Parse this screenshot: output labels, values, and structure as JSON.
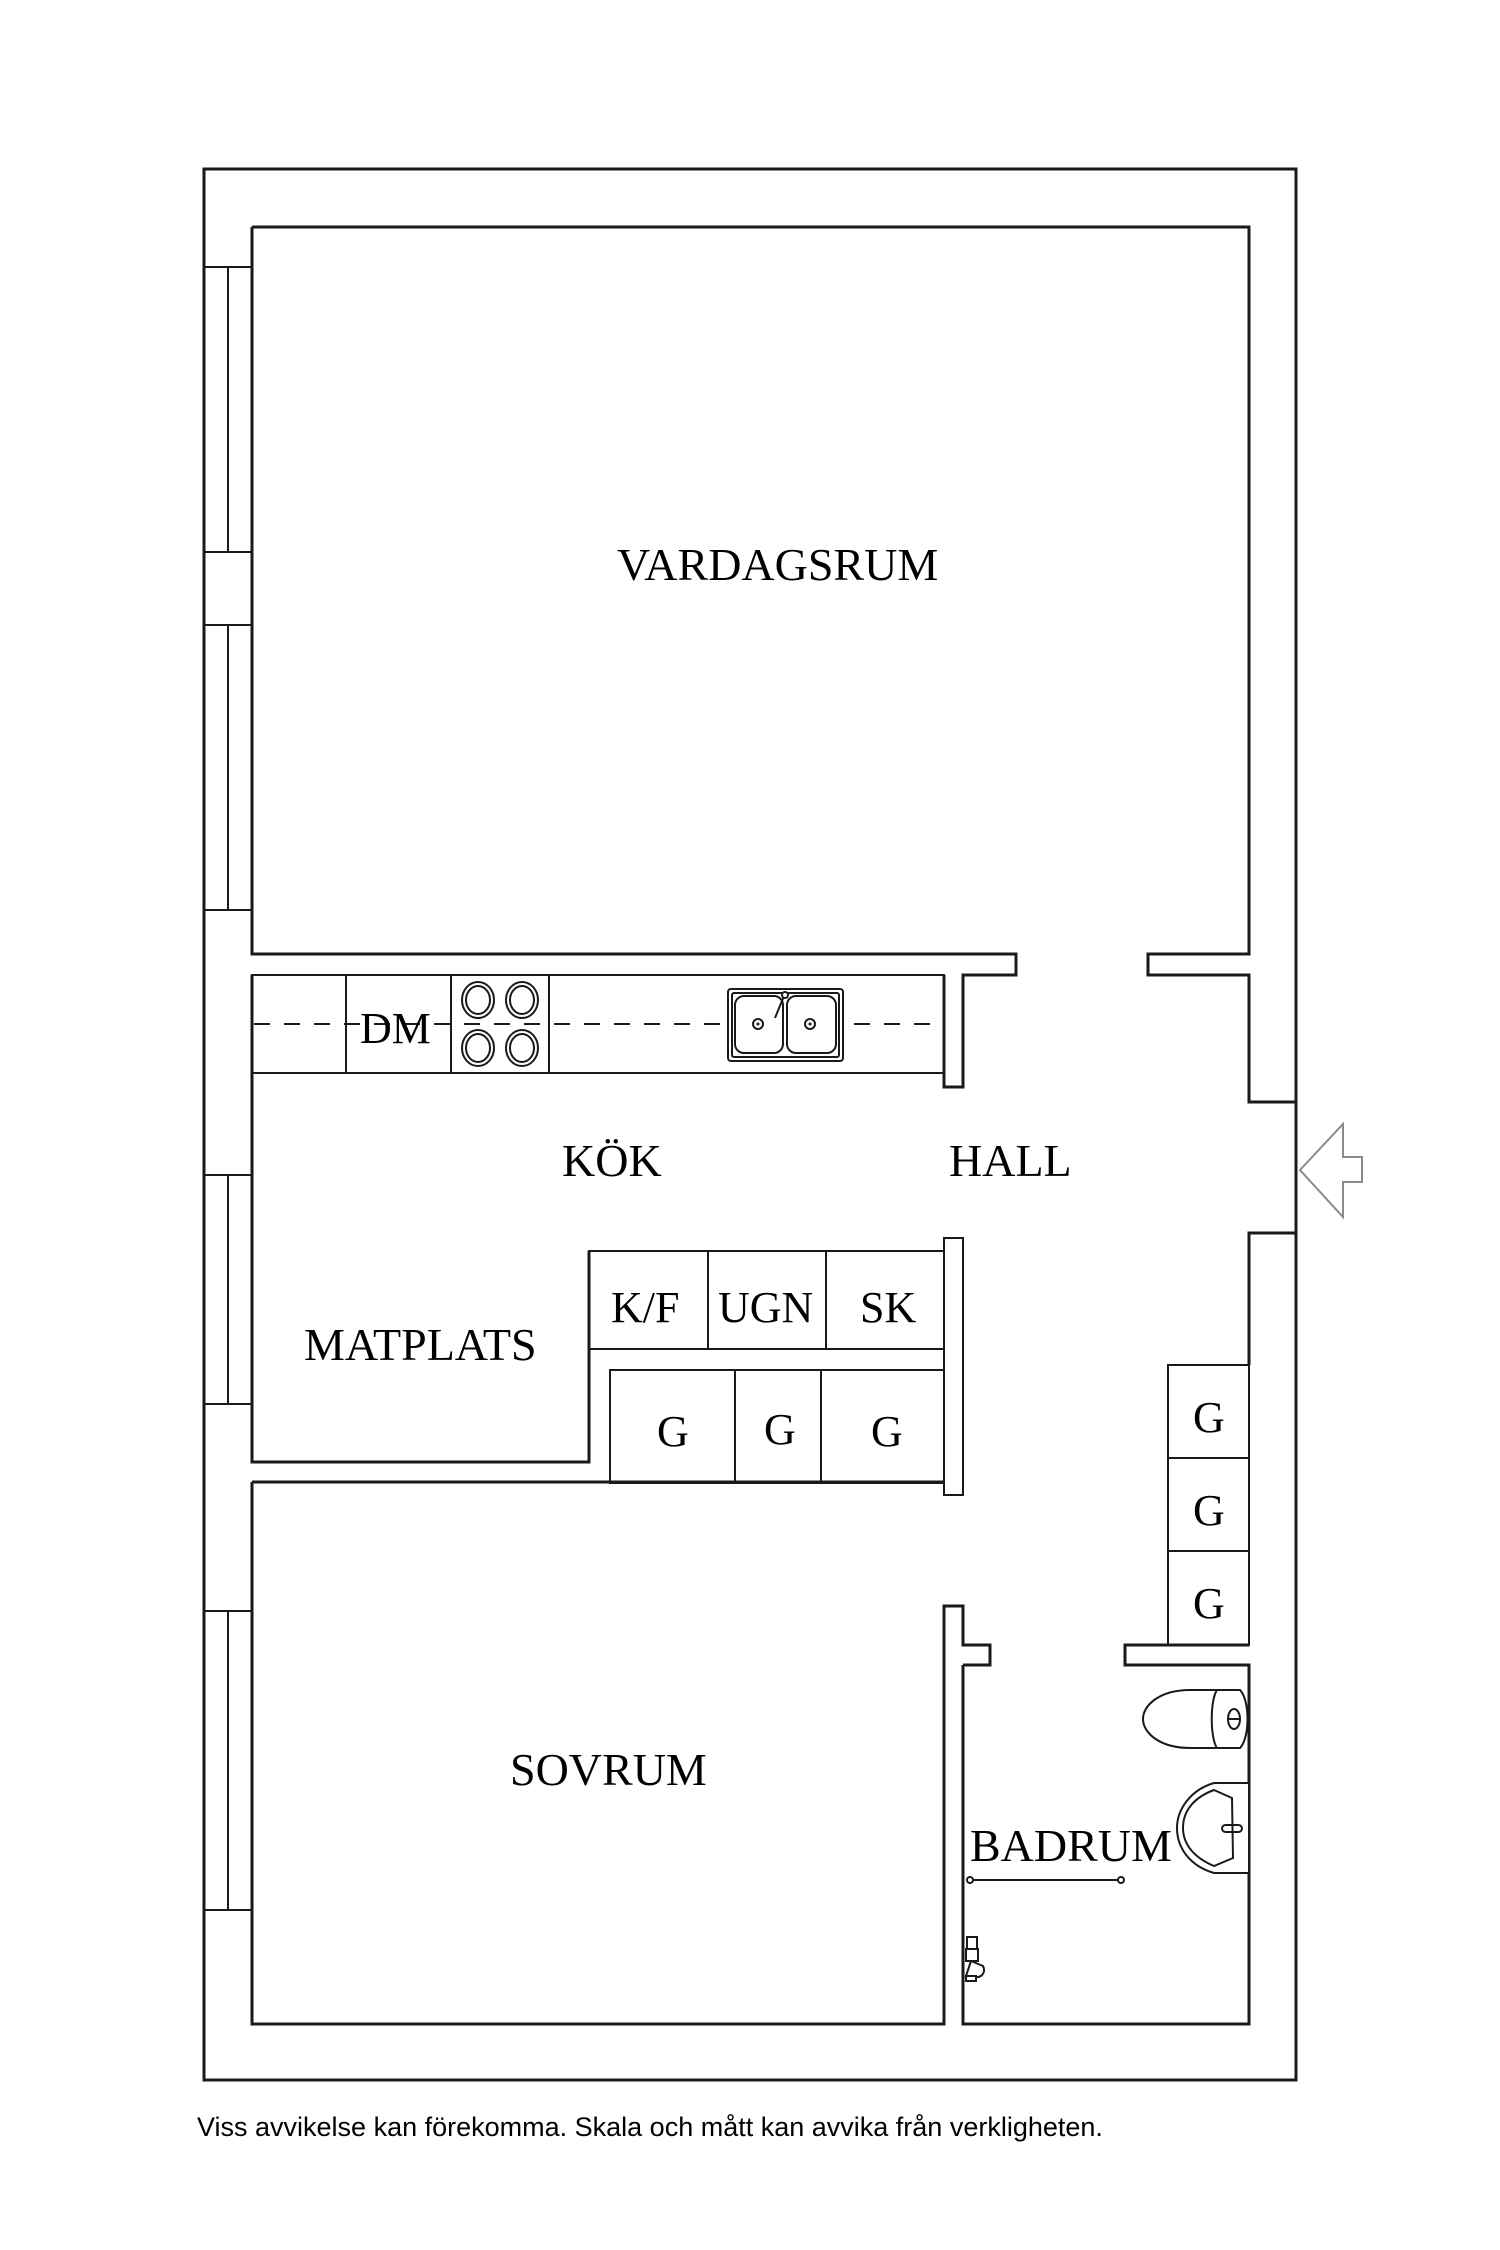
{
  "plan": {
    "rooms": {
      "living_room": "VARDAGSRUM",
      "kitchen": "KÖK",
      "hall": "HALL",
      "dining": "MATPLATS",
      "bedroom": "SOVRUM",
      "bathroom": "BADRUM"
    },
    "kitchen_units": {
      "dishwasher": "DM",
      "fridge_freezer": "K/F",
      "oven": "UGN",
      "cabinet": "SK"
    },
    "wardrobes": {
      "kitchen_wardrobe_1": "G",
      "kitchen_wardrobe_2": "G",
      "kitchen_wardrobe_3": "G",
      "hall_wardrobe_1": "G",
      "hall_wardrobe_2": "G",
      "hall_wardrobe_3": "G"
    },
    "entrance_arrow_icon": "arrow-left",
    "colors": {
      "lines": "#1a1a1a",
      "arrow": "#8a8a8a",
      "background": "#ffffff"
    }
  },
  "footer": {
    "disclaimer": "Viss avvikelse kan förekomma. Skala och mått kan avvika från verkligheten."
  }
}
